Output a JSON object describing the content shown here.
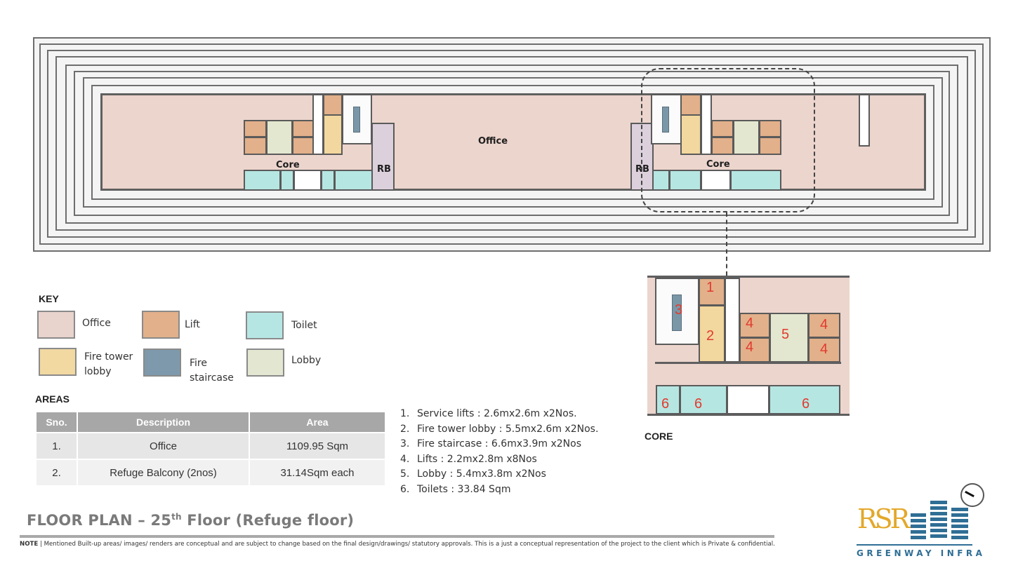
{
  "plan": {
    "labels": {
      "office": "Office",
      "core_left": "Core",
      "core_right": "Core",
      "rb_left": "RB",
      "rb_right": "RB"
    }
  },
  "key": {
    "heading": "KEY",
    "items": [
      {
        "label": "Office",
        "color": "#e8d3cd"
      },
      {
        "label": "Lift",
        "color": "#e2b08a"
      },
      {
        "label": "Toilet",
        "color": "#b6e6e4"
      },
      {
        "label": "Fire tower lobby",
        "color": "#f2d9a2"
      },
      {
        "label": "Fire staircase",
        "color": "#7e99ab"
      },
      {
        "label": "Lobby",
        "color": "#e3e6d0"
      }
    ]
  },
  "areas": {
    "heading": "AREAS",
    "columns": [
      "Sno.",
      "Description",
      "Area"
    ],
    "rows": [
      {
        "sno": "1.",
        "description": "Office",
        "area": "1109.95 Sqm"
      },
      {
        "sno": "2.",
        "description": "Refuge Balcony (2nos)",
        "area": "31.14Sqm each"
      }
    ]
  },
  "specs": [
    {
      "num": "1.",
      "text": "Service lifts : 2.6mx2.6m x2Nos."
    },
    {
      "num": "2.",
      "text": "Fire tower lobby : 5.5mx2.6m x2Nos."
    },
    {
      "num": "3.",
      "text": "Fire staircase : 6.6mx3.9m x2Nos"
    },
    {
      "num": "4.",
      "text": "Lifts : 2.2mx2.8m x8Nos"
    },
    {
      "num": "5.",
      "text": "Lobby : 5.4mx3.8m x2Nos"
    },
    {
      "num": "6.",
      "text": "Toilets : 33.84 Sqm"
    }
  ],
  "core_detail": {
    "caption": "CORE",
    "markers": [
      "1",
      "2",
      "3",
      "4",
      "4",
      "4",
      "4",
      "5",
      "6",
      "6",
      "6"
    ]
  },
  "title": {
    "prefix": "FLOOR PLAN – 25",
    "sup": "th",
    "suffix": " Floor (Refuge floor)"
  },
  "note": {
    "label": "NOTE",
    "text": " | Mentioned Built-up areas/ images/ renders are conceptual and are subject to change based on the final design/drawings/ statutory approvals. This is a just a conceptual representation of the project to the client which is Private & confidential."
  },
  "logo": {
    "mark": "RSR",
    "name": "GREENWAY INFRA",
    "colors": {
      "gold": "#e3a82b",
      "blue": "#2f6e95"
    }
  }
}
